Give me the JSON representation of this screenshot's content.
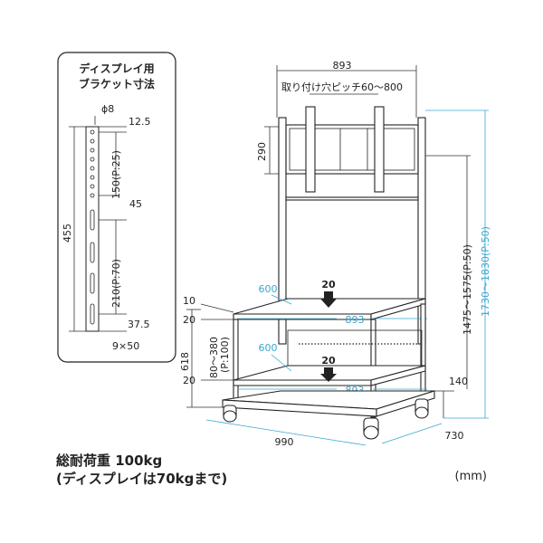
{
  "bracket": {
    "title_line1": "ディスプレイ用",
    "title_line2": "ブラケット寸法",
    "hole": "ϕ8",
    "top": "12.5",
    "p25": "150(P:25)",
    "height": "455",
    "mid": "45",
    "p70": "210(P:70)",
    "bottom": "37.5",
    "slot": "9×50"
  },
  "cart": {
    "width_top": "893",
    "mount_pitch": "取り付け穴ピッチ60～800",
    "bracket_h": "290",
    "height_range": "1475～1575(P:50)",
    "total_height": "1730～1830(P:50)",
    "shelf1_depth": "600",
    "shelf1_num": "20",
    "shelf1_width": "893",
    "shelf_thick": "10",
    "shelf_gap1": "20",
    "shelf_range": "80～380",
    "shelf_range_p": "(P:100)",
    "height_618": "618",
    "shelf2_depth": "600",
    "shelf2_num": "20",
    "shelf2_width": "893",
    "shelf_gap2": "20",
    "base_h": "140",
    "base_w": "990",
    "base_d": "730"
  },
  "footer": {
    "load": "総耐荷重 100kg",
    "display_load": "(ディスプレイは70kgまで)",
    "unit": "(mm)"
  },
  "icons": [
    "down-arrow-icon",
    "caster-icon"
  ]
}
